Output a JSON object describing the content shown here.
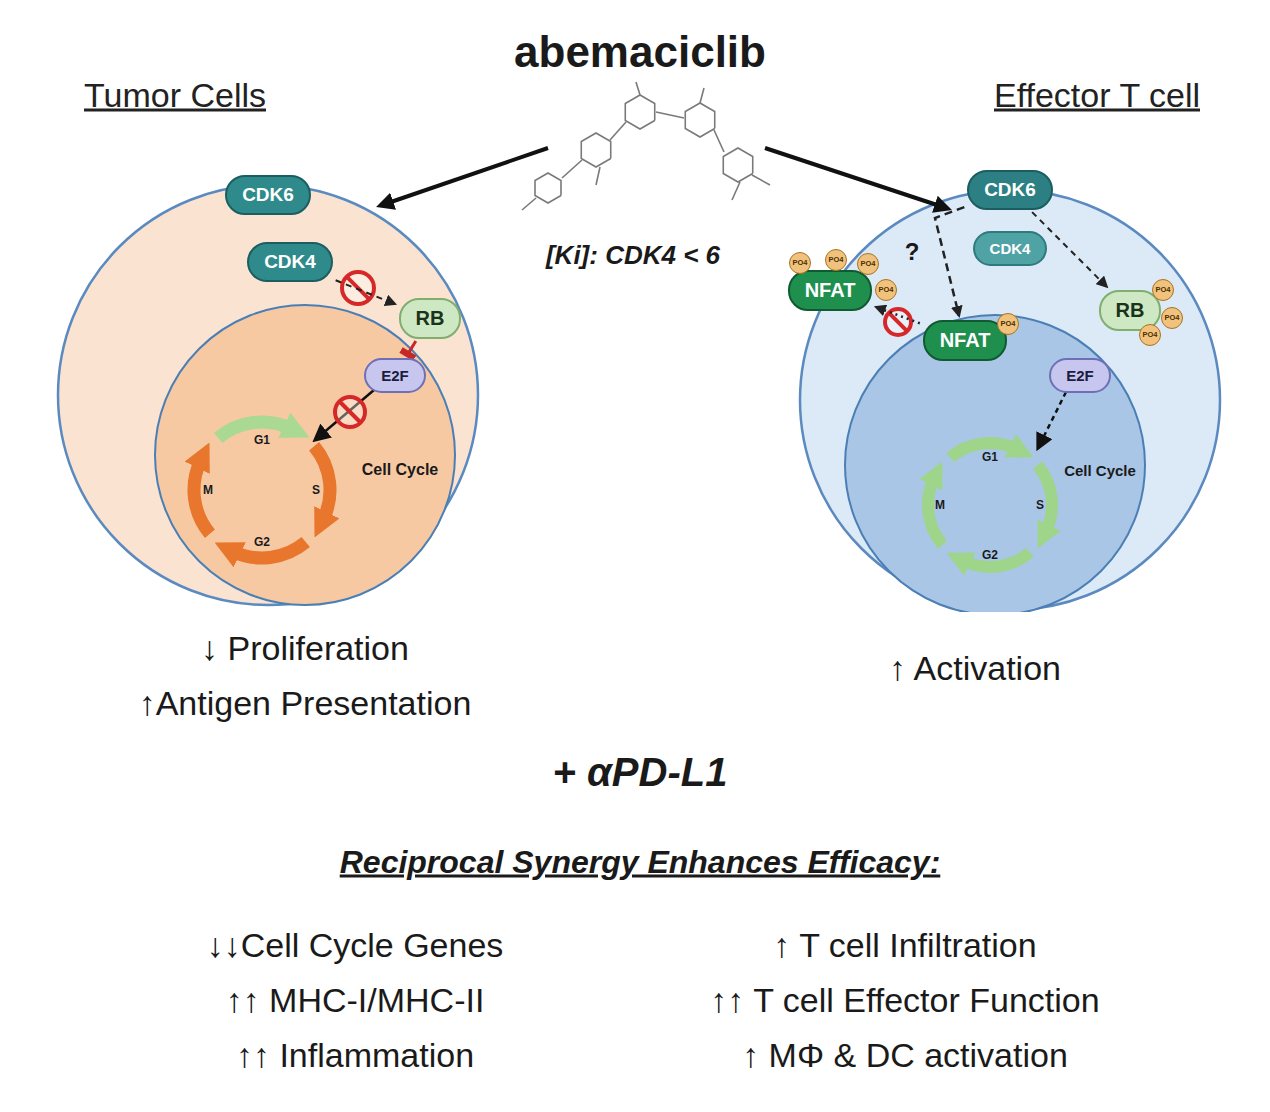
{
  "diagram": {
    "title": "abemaciclib",
    "nodes": [
      {
        "text": [
          "Tumor Cells"
        ]
      },
      {
        "text": [
          "CDK6"
        ],
        "in": 0
      },
      {
        "text": [
          "CDK4"
        ],
        "in": 0
      },
      {
        "text": [
          "RB"
        ],
        "in": 0
      },
      {
        "text": [
          "E2F"
        ],
        "in": 0
      },
      {
        "text": [
          "Effector T cell"
        ]
      },
      {
        "text": [
          "CDK6"
        ],
        "in": 5
      },
      {
        "text": [
          "CDK4"
        ],
        "in": 5
      },
      {
        "text": [
          "NFAT"
        ],
        "in": 5
      },
      {
        "text": [
          "NFAT"
        ],
        "in": 5
      },
      {
        "text": [
          "RB"
        ],
        "in": 5
      },
      {
        "text": [
          "E2F"
        ],
        "in": 5
      }
    ],
    "edges": [
      {
        "from": 2,
        "to": 3,
        "arrow": "to"
      },
      {
        "from": 3,
        "to": 4,
        "arrow": "to"
      },
      {
        "from": 6,
        "to": 10,
        "arrow": "to"
      },
      {
        "from": 6,
        "to": 9,
        "arrow": "to"
      },
      {
        "from": 9,
        "to": 8,
        "arrow": "to"
      }
    ],
    "labels": [
      "[Ki]: CDK4 < 6",
      "?",
      "G1",
      "S",
      "G2",
      "M",
      "Cell Cycle",
      "G1",
      "S",
      "G2",
      "M",
      "Cell Cycle",
      "PO4",
      "PO4",
      "PO4",
      "PO4",
      "PO4",
      "PO4",
      "PO4",
      "PO4",
      "↓ Proliferation",
      "↑Antigen Presentation",
      "↑ Activation",
      "+ αPD-L1",
      "Reciprocal Synergy Enhances Efficacy:",
      "↓↓Cell Cycle Genes",
      "↑↑ MHC-I/MHC-II",
      "↑↑ Inflammation",
      "↑ T cell Infiltration",
      "↑↑ T cell Effector Function",
      "↑ MΦ & DC activation"
    ]
  }
}
